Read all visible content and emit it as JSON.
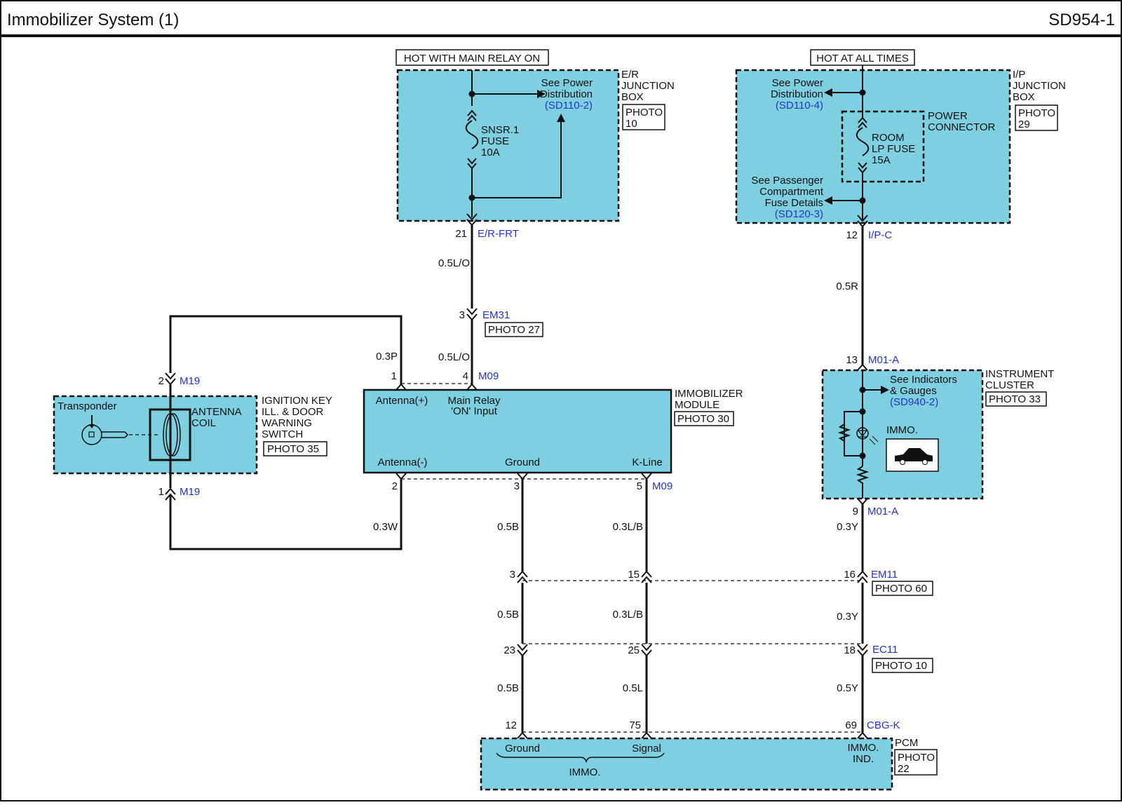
{
  "header": {
    "title": "Immobilizer System (1)",
    "code": "SD954-1"
  },
  "supplies": {
    "main_relay": "HOT WITH MAIN RELAY ON",
    "all_times": "HOT AT ALL TIMES"
  },
  "er_box": {
    "name_lines": [
      "E/R",
      "JUNCTION",
      "BOX"
    ],
    "photo_lines": [
      "PHOTO",
      "10"
    ],
    "see_lines": [
      "See Power",
      "Distribution"
    ],
    "see_ref": "(SD110-2)",
    "fuse_lines": [
      "SNSR.1",
      "FUSE",
      "10A"
    ],
    "pin": "21",
    "connector": "E/R-FRT"
  },
  "ip_box": {
    "name_lines": [
      "I/P",
      "JUNCTION",
      "BOX"
    ],
    "photo_lines": [
      "PHOTO",
      "29"
    ],
    "see_power_lines": [
      "See Power",
      "Distribution"
    ],
    "see_power_ref": "(SD110-4)",
    "power_connector_lines": [
      "POWER",
      "CONNECTOR"
    ],
    "fuse_lines": [
      "ROOM",
      "LP FUSE",
      "15A"
    ],
    "see_pass_lines": [
      "See Passenger",
      "Compartment",
      "Fuse Details"
    ],
    "see_pass_ref": "(SD120-3)",
    "pin": "12",
    "connector": "I/P-C"
  },
  "wires": {
    "w_05LO_a": "0.5L/O",
    "w_05LO_b": "0.5L/O",
    "w_03P": "0.3P",
    "w_05R": "0.5R",
    "w_03W": "0.3W",
    "w_05B_a": "0.5B",
    "w_03LB_a": "0.3L/B",
    "w_03Y_a": "0.3Y",
    "w_05B_b": "0.5B",
    "w_03LB_b": "0.3L/B",
    "w_03Y_b": "0.3Y",
    "w_05B_c": "0.5B",
    "w_05L": "0.5L",
    "w_05Y": "0.5Y"
  },
  "em31": {
    "pin": "3",
    "name": "EM31",
    "photo": "PHOTO 27"
  },
  "module": {
    "name_lines": [
      "IMMOBILIZER",
      "MODULE"
    ],
    "photo": "PHOTO 30",
    "antenna_pos": "Antenna(+)",
    "main_relay_lines": [
      "Main Relay",
      "'ON' Input"
    ],
    "antenna_neg": "Antenna(-)",
    "ground": "Ground",
    "kline": "K-Line",
    "pin_top_1": "1",
    "pin_top_4": "4",
    "conn_top": "M09",
    "pin_bot_2": "2",
    "pin_bot_3": "3",
    "pin_bot_5": "5",
    "conn_bot": "M09"
  },
  "ignition": {
    "name_lines": [
      "IGNITION KEY",
      "ILL. & DOOR",
      "WARNING",
      "SWITCH"
    ],
    "photo": "PHOTO 35",
    "transponder": "Transponder",
    "coil_lines": [
      "ANTENNA",
      "COIL"
    ],
    "pin_top": "2",
    "conn_top": "M19",
    "pin_bot": "1",
    "conn_bot": "M19"
  },
  "cluster": {
    "name_lines": [
      "INSTRUMENT",
      "CLUSTER"
    ],
    "photo": "PHOTO 33",
    "see_lines": [
      "See Indicators",
      "& Gauges"
    ],
    "see_ref": "(SD940-2)",
    "immo": "IMMO.",
    "pin_top": "13",
    "conn_top": "M01-A",
    "pin_bot": "9",
    "conn_bot": "M01-A"
  },
  "em11": {
    "pins": [
      "3",
      "15",
      "16"
    ],
    "name": "EM11",
    "photo": "PHOTO 60"
  },
  "ec11": {
    "pins": [
      "23",
      "25",
      "18"
    ],
    "name": "EC11",
    "photo": "PHOTO 10"
  },
  "pcm": {
    "pins": [
      "12",
      "75",
      "69"
    ],
    "conn": "CBG-K",
    "name": "PCM",
    "photo_lines": [
      "PHOTO",
      "22"
    ],
    "ground": "Ground",
    "signal": "Signal",
    "immo": "IMMO.",
    "immo_ind_lines": [
      "IMMO.",
      "IND."
    ]
  }
}
